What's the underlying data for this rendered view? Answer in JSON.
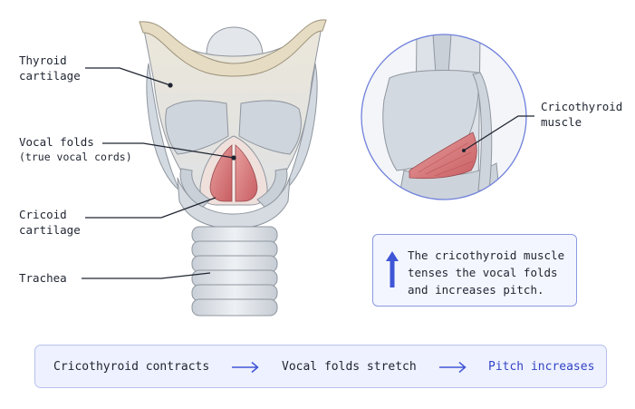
{
  "labels": {
    "thyroid": {
      "line1": "Thyroid",
      "line2": "cartilage"
    },
    "vocal_folds": {
      "line1": "Vocal folds",
      "line2": "(true vocal cords)"
    },
    "cricoid": {
      "line1": "Cricoid",
      "line2": "cartilage"
    },
    "trachea": {
      "line1": "Trachea"
    },
    "cricothyroid": {
      "line1": "Cricothyroid",
      "line2": "muscle"
    }
  },
  "info_box": {
    "line1": "The cricothyroid muscle",
    "line2": "tenses the vocal folds",
    "line3": "and increases pitch.",
    "arrow_icon": "up-arrow-icon"
  },
  "flow": {
    "steps": [
      "Cricothyroid contracts",
      "Vocal folds stretch",
      "Pitch increases"
    ],
    "arrow_icon": "right-arrow-icon"
  },
  "colors": {
    "accent": "#3f55d6",
    "muscle": "#d9777a",
    "cartilage": "#d8dde3",
    "hyoid": "#e6dcc3"
  }
}
